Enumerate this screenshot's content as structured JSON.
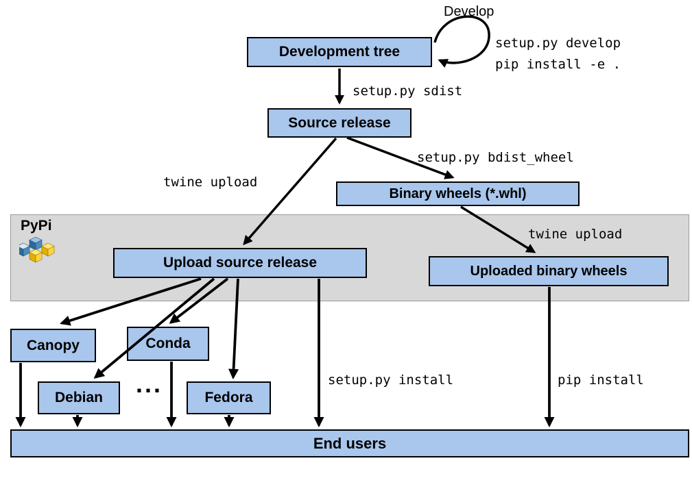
{
  "nodes": {
    "development_tree": "Development tree",
    "source_release": "Source release",
    "binary_wheels": "Binary wheels (*.whl)",
    "upload_source_release": "Upload source release",
    "uploaded_binary_wheels": "Uploaded binary wheels",
    "canopy": "Canopy",
    "conda": "Conda",
    "debian": "Debian",
    "fedora": "Fedora",
    "end_users": "End users"
  },
  "pypi": {
    "label": "PyPi"
  },
  "edge_labels": {
    "develop": "Develop",
    "develop_cmd1": "setup.py develop",
    "develop_cmd2": "pip install -e .",
    "sdist": "setup.py sdist",
    "twine_upload_source": "twine upload",
    "bdist_wheel": "setup.py bdist_wheel",
    "twine_upload_wheels": "twine upload",
    "setup_install": "setup.py install",
    "pip_install": "pip install",
    "ellipsis": "..."
  },
  "colors": {
    "node_fill": "#a9c6ec",
    "band_fill": "#d8d8d8",
    "arrow": "#000000",
    "pypi_blue": "#306998",
    "pypi_yellow": "#ffd43b"
  }
}
